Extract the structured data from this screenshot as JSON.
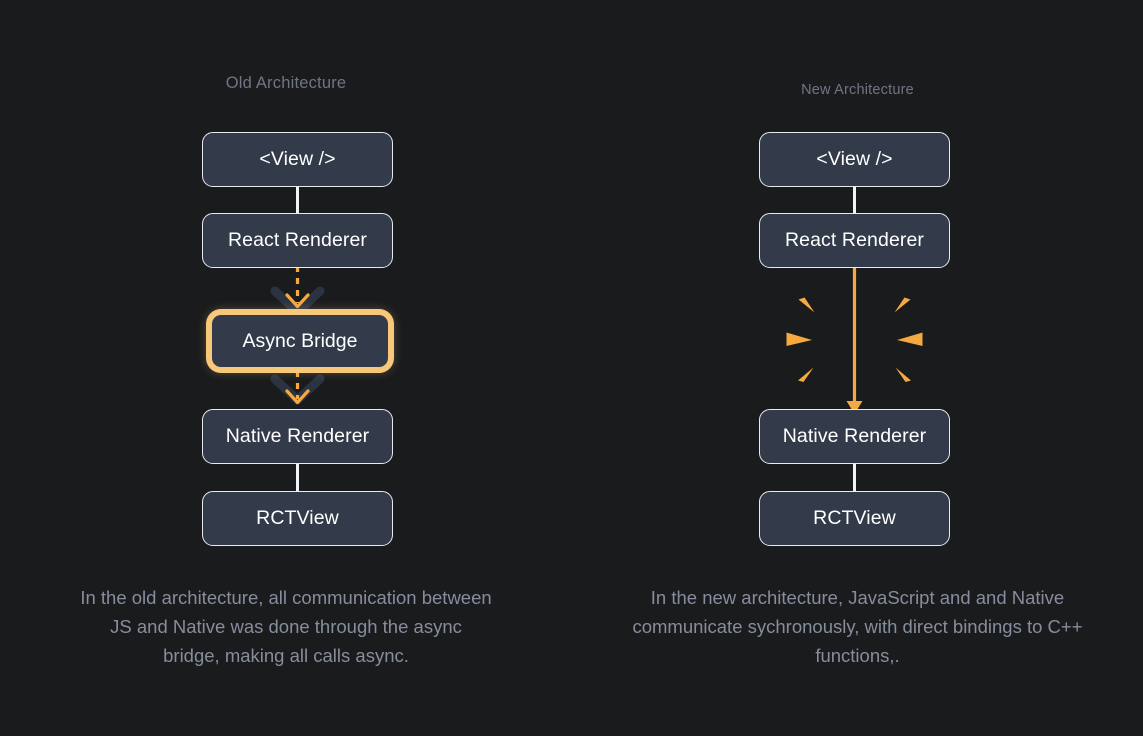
{
  "theme": {
    "background": "#1a1b1d",
    "node_fill": "#333b4a",
    "node_border": "#e8eaee",
    "accent_orange": "#f5a93f",
    "highlight_ring": "#f8c87a",
    "title_color": "#6f7583",
    "caption_color": "#868d9c",
    "shadow_chevron": "#2b3342"
  },
  "columns": [
    {
      "id": "old-architecture",
      "title": "Old Architecture",
      "nodes": [
        {
          "id": "view",
          "label": "<View />"
        },
        {
          "id": "react-renderer",
          "label": "React Renderer"
        },
        {
          "id": "async-bridge",
          "label": "Async Bridge",
          "highlighted": true
        },
        {
          "id": "native-renderer",
          "label": "Native Renderer"
        },
        {
          "id": "rctview",
          "label": "RCTView"
        }
      ],
      "connectors": [
        {
          "from": "view",
          "to": "react-renderer",
          "style": "solid-white"
        },
        {
          "from": "react-renderer",
          "to": "async-bridge",
          "style": "dashed-orange-arrow"
        },
        {
          "from": "async-bridge",
          "to": "native-renderer",
          "style": "dashed-orange-arrow"
        },
        {
          "from": "native-renderer",
          "to": "rctview",
          "style": "solid-white"
        }
      ],
      "caption": "In the old architecture, all communication between JS and Native was done through the async bridge, making all calls async."
    },
    {
      "id": "new-architecture",
      "title": "New Architecture",
      "nodes": [
        {
          "id": "view",
          "label": "<View />"
        },
        {
          "id": "react-renderer",
          "label": "React Renderer"
        },
        {
          "id": "native-renderer",
          "label": "Native Renderer"
        },
        {
          "id": "rctview",
          "label": "RCTView"
        }
      ],
      "connectors": [
        {
          "from": "view",
          "to": "react-renderer",
          "style": "solid-white"
        },
        {
          "from": "react-renderer",
          "to": "native-renderer",
          "style": "solid-orange-arrow"
        },
        {
          "from": "native-renderer",
          "to": "rctview",
          "style": "solid-white"
        }
      ],
      "burst": {
        "description": "bridge-removed-burst",
        "ray_count": 6,
        "color": "#f5a93f"
      },
      "caption": "In the new architecture, JavaScript and and Native communicate sychronously, with direct bindings to C++ functions,."
    }
  ]
}
